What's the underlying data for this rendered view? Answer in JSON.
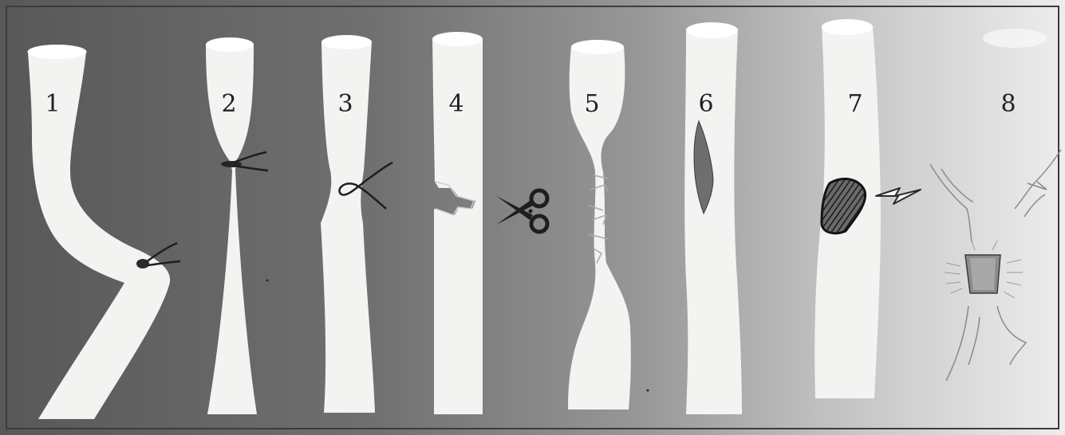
{
  "panels": [
    {
      "label": "1"
    },
    {
      "label": "2"
    },
    {
      "label": "3"
    },
    {
      "label": "4"
    },
    {
      "label": "5"
    },
    {
      "label": "6"
    },
    {
      "label": "7"
    },
    {
      "label": "8"
    }
  ],
  "colors": {
    "background_dark": "#5a5a5a",
    "background_light": "#ececec",
    "vessel": "#f4f4f2",
    "vessel_top": "#ffffff",
    "ink": "#1e1e1e",
    "lesion": "#6f6f6f",
    "faint_line": "#8a8a8a"
  }
}
